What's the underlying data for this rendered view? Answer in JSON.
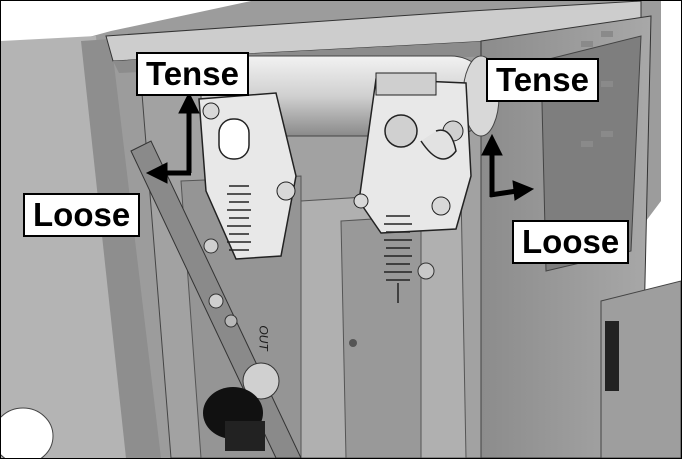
{
  "labels": {
    "tense_left": "Tense",
    "tense_right": "Tense",
    "loose_left": "Loose",
    "loose_right": "Loose",
    "panel_marking": "OUT"
  },
  "colors": {
    "panel_dark": "#6e6e6e",
    "panel_mid": "#9a9a9a",
    "panel_light": "#c4c4c4",
    "bracket": "#e6e6e6",
    "knob": "#111111",
    "arrow": "#000000"
  },
  "icons": {
    "arrow": "arrow-icon",
    "spring": "spring-icon",
    "knob": "knob-icon"
  }
}
